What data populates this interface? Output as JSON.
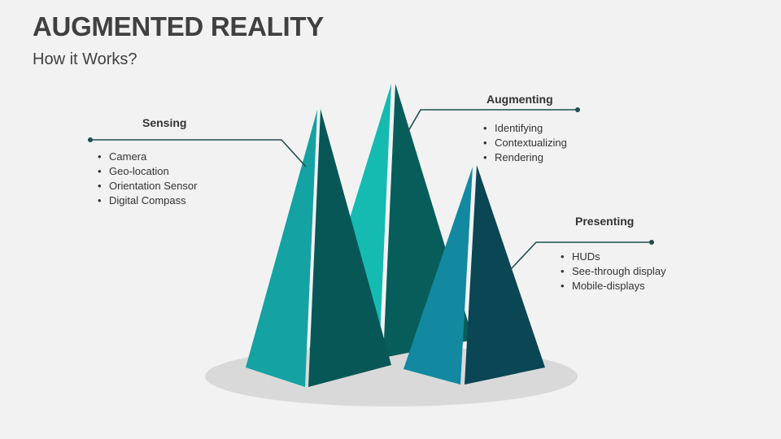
{
  "header": {
    "title": "AUGMENTED REALITY",
    "subtitle": "How it Works?"
  },
  "colors": {
    "background": "#f2f2f2",
    "shadow": "#d9d9d9",
    "connector": "#1f4e4e",
    "sensing_light": "#15a2a2",
    "sensing_dark": "#085757",
    "augmenting_light": "#15bbb0",
    "augmenting_dark": "#075d59",
    "presenting_light": "#1289a0",
    "presenting_dark": "#0a4653"
  },
  "stages": [
    {
      "id": "sensing",
      "heading": "Sensing",
      "points": [
        "Camera",
        "Geo-location",
        "Orientation Sensor",
        "Digital Compass"
      ]
    },
    {
      "id": "augmenting",
      "heading": "Augmenting",
      "points": [
        "Identifying",
        "Contextualizing",
        "Rendering"
      ]
    },
    {
      "id": "presenting",
      "heading": "Presenting",
      "points": [
        "HUDs",
        "See-through display",
        "Mobile-displays"
      ]
    }
  ]
}
